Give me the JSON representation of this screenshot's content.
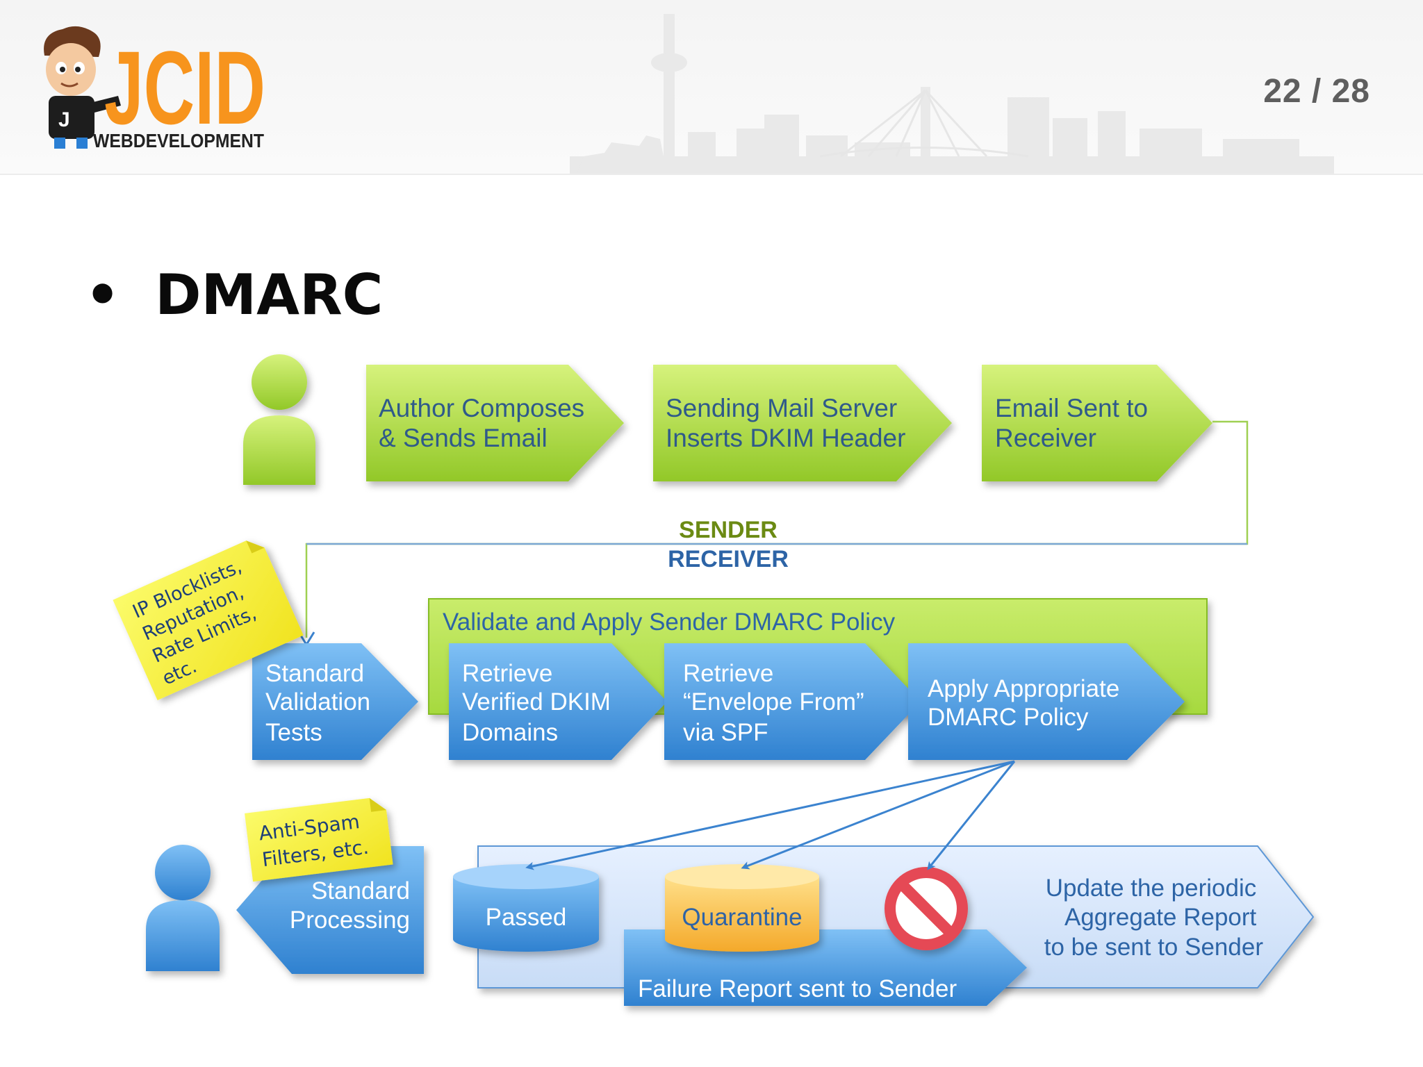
{
  "header": {
    "logo_text": "JCID",
    "logo_subtext": "WEBDEVELOPMENT",
    "page_number": "22 / 28"
  },
  "title": "DMARC",
  "diagram": {
    "sender_steps": [
      [
        "Author Composes",
        "& Sends Email"
      ],
      [
        "Sending Mail Server",
        "Inserts DKIM Header"
      ],
      [
        "Email Sent to",
        "Receiver"
      ]
    ],
    "sender_label": "SENDER",
    "receiver_label": "RECEIVER",
    "policy_container_label": "Validate and Apply Sender DMARC Policy",
    "validation_step": [
      "Standard",
      "Validation",
      "Tests"
    ],
    "receiver_steps": [
      [
        "Retrieve",
        "Verified DKIM",
        "Domains"
      ],
      [
        "Retrieve",
        "“Envelope From”",
        "via SPF"
      ],
      [
        "Apply Appropriate",
        "DMARC Policy"
      ]
    ],
    "note_blocklists": [
      "IP Blocklists,",
      "Reputation,",
      "Rate Limits,",
      "etc."
    ],
    "note_antispam": [
      "Anti-Spam",
      "Filters, etc."
    ],
    "processing_step": [
      "Standard",
      "Processing"
    ],
    "outcomes": {
      "passed": "Passed",
      "quarantine": "Quarantine",
      "reject_icon": "no-entry-icon"
    },
    "aggregate_report": [
      "Update the periodic",
      "Aggregate Report",
      "to be sent to Sender"
    ],
    "failure_report": "Failure Report sent to Sender"
  },
  "colors": {
    "green": "#9ed42f",
    "blue": "#3d8fdb",
    "logo_orange": "#f7941d",
    "receiver_text": "#2d64a6",
    "sender_text": "#6b8a13"
  }
}
